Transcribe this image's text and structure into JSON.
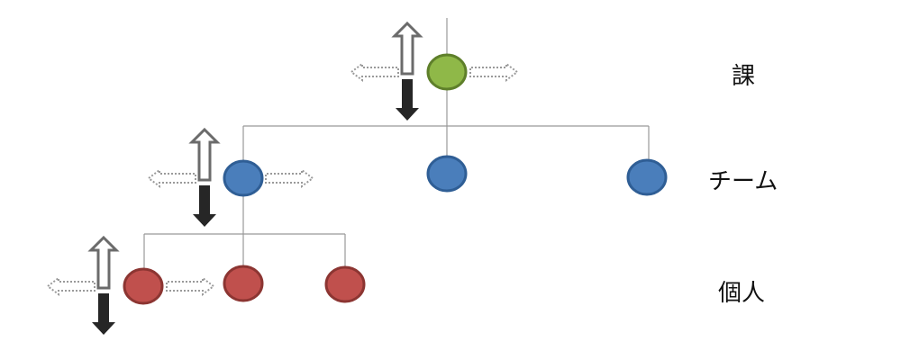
{
  "levels": [
    {
      "id": "section",
      "label": "課"
    },
    {
      "id": "team",
      "label": "チーム"
    },
    {
      "id": "individual",
      "label": "個人"
    }
  ],
  "colors": {
    "section": "#8fb848",
    "section_border": "#5e7f2a",
    "team": "#4a7ebb",
    "team_border": "#2f5e95",
    "individual": "#c0504d",
    "individual_border": "#8c3532",
    "connector": "#999999",
    "arrow_up_stroke": "#6b6b6b",
    "arrow_down_fill": "#262626",
    "arrow_side_stroke": "#9a9a9a"
  }
}
